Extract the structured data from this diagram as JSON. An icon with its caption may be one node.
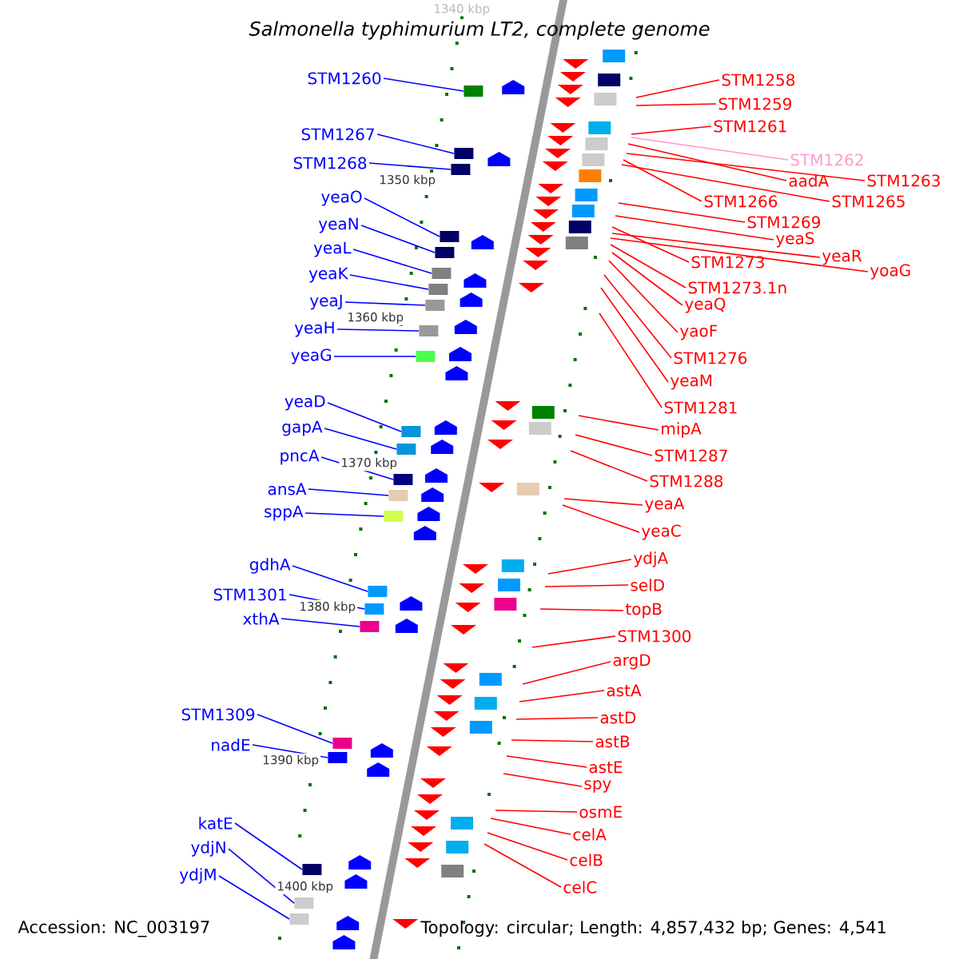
{
  "diagram": {
    "title": "Salmonella typhimurium LT2, complete genome",
    "nodes": [
      {
        "text": [
          "STM1260"
        ]
      },
      {
        "text": [
          "STM1267"
        ]
      },
      {
        "text": [
          "STM1268"
        ]
      },
      {
        "text": [
          "yeaO"
        ]
      },
      {
        "text": [
          "yeaN"
        ]
      },
      {
        "text": [
          "yeaL"
        ]
      },
      {
        "text": [
          "yeaK"
        ]
      },
      {
        "text": [
          "yeaJ"
        ]
      },
      {
        "text": [
          "yeaH"
        ]
      },
      {
        "text": [
          "yeaG"
        ]
      },
      {
        "text": [
          "yeaD"
        ]
      },
      {
        "text": [
          "gapA"
        ]
      },
      {
        "text": [
          "pncA"
        ]
      },
      {
        "text": [
          "ansA"
        ]
      },
      {
        "text": [
          "sppA"
        ]
      },
      {
        "text": [
          "gdhA"
        ]
      },
      {
        "text": [
          "STM1301"
        ]
      },
      {
        "text": [
          "xthA"
        ]
      },
      {
        "text": [
          "STM1309"
        ]
      },
      {
        "text": [
          "nadE"
        ]
      },
      {
        "text": [
          "katE"
        ]
      },
      {
        "text": [
          "ydjN"
        ]
      },
      {
        "text": [
          "ydjM"
        ]
      },
      {
        "text": [
          "STM1258"
        ]
      },
      {
        "text": [
          "STM1259"
        ]
      },
      {
        "text": [
          "STM1261"
        ]
      },
      {
        "text": [
          "STM1262"
        ]
      },
      {
        "text": [
          "aadA"
        ]
      },
      {
        "text": [
          "STM1263"
        ]
      },
      {
        "text": [
          "STM1266"
        ]
      },
      {
        "text": [
          "STM1265"
        ]
      },
      {
        "text": [
          "STM1269"
        ]
      },
      {
        "text": [
          "yeaS"
        ]
      },
      {
        "text": [
          "STM1273"
        ]
      },
      {
        "text": [
          "yeaR"
        ]
      },
      {
        "text": [
          "yoaG"
        ]
      },
      {
        "text": [
          "STM1273.1n"
        ]
      },
      {
        "text": [
          "yeaQ"
        ]
      },
      {
        "text": [
          "yaoF"
        ]
      },
      {
        "text": [
          "STM1276"
        ]
      },
      {
        "text": [
          "yeaM"
        ]
      },
      {
        "text": [
          "STM1281"
        ]
      },
      {
        "text": [
          "mipA"
        ]
      },
      {
        "text": [
          "STM1287"
        ]
      },
      {
        "text": [
          "STM1288"
        ]
      },
      {
        "text": [
          "yeaA"
        ]
      },
      {
        "text": [
          "yeaC"
        ]
      },
      {
        "text": [
          "ydjA"
        ]
      },
      {
        "text": [
          "selD"
        ]
      },
      {
        "text": [
          "topB"
        ]
      },
      {
        "text": [
          "STM1300"
        ]
      },
      {
        "text": [
          "argD"
        ]
      },
      {
        "text": [
          "astA"
        ]
      },
      {
        "text": [
          "astD"
        ]
      },
      {
        "text": [
          "astB"
        ]
      },
      {
        "text": [
          "astE"
        ]
      },
      {
        "text": [
          "spy"
        ]
      },
      {
        "text": [
          "osmE"
        ]
      },
      {
        "text": [
          "celA"
        ]
      },
      {
        "text": [
          "celB"
        ]
      },
      {
        "text": [
          "celC"
        ]
      },
      {
        "text": [],
        "shape": "box"
      },
      {
        "text": [],
        "shape": "box"
      },
      {
        "text": [],
        "shape": "box"
      },
      {
        "text": [],
        "shape": "box"
      },
      {
        "text": [],
        "shape": "box"
      },
      {
        "text": [],
        "shape": "box"
      },
      {
        "text": [],
        "shape": "box"
      },
      {
        "text": [],
        "shape": "box"
      },
      {
        "text": [],
        "shape": "box"
      },
      {
        "text": [],
        "shape": "box"
      },
      {
        "text": [],
        "shape": "box"
      },
      {
        "text": [],
        "shape": "box"
      },
      {
        "text": [],
        "shape": "box"
      },
      {
        "text": [],
        "shape": "box"
      },
      {
        "text": [],
        "shape": "box"
      },
      {
        "text": [],
        "shape": "box"
      },
      {
        "text": [],
        "shape": "box"
      },
      {
        "text": [],
        "shape": "box"
      },
      {
        "text": [],
        "shape": "box"
      },
      {
        "text": [],
        "shape": "box"
      },
      {
        "text": [],
        "shape": "box"
      },
      {
        "text": [],
        "shape": "box"
      },
      {
        "text": [],
        "shape": "box"
      }
    ],
    "edges": [
      {
        "from": 0,
        "to": 61,
        "arrow": "none",
        "color": "#0000ff"
      },
      {
        "from": 1,
        "to": 62,
        "arrow": "none",
        "color": "#0000ff"
      },
      {
        "from": 2,
        "to": 63,
        "arrow": "none",
        "color": "#0000ff"
      },
      {
        "from": 3,
        "to": 64,
        "arrow": "none",
        "color": "#0000ff"
      },
      {
        "from": 4,
        "to": 65,
        "arrow": "none",
        "color": "#0000ff"
      },
      {
        "from": 5,
        "to": 66,
        "arrow": "none",
        "color": "#0000ff"
      },
      {
        "from": 6,
        "to": 67,
        "arrow": "none",
        "color": "#0000ff"
      },
      {
        "from": 7,
        "to": 68,
        "arrow": "none",
        "color": "#0000ff"
      },
      {
        "from": 8,
        "to": 69,
        "arrow": "none",
        "color": "#0000ff"
      },
      {
        "from": 9,
        "to": 70,
        "arrow": "none",
        "color": "#0000ff"
      },
      {
        "from": 10,
        "to": 71,
        "arrow": "none",
        "color": "#0000ff"
      },
      {
        "from": 11,
        "to": 72,
        "arrow": "none",
        "color": "#0000ff"
      },
      {
        "from": 12,
        "to": 73,
        "arrow": "none",
        "color": "#0000ff"
      },
      {
        "from": 13,
        "to": 74,
        "arrow": "none",
        "color": "#0000ff"
      },
      {
        "from": 14,
        "to": 75,
        "arrow": "none",
        "color": "#0000ff"
      },
      {
        "from": 15,
        "to": 76,
        "arrow": "none",
        "color": "#0000ff"
      },
      {
        "from": 16,
        "to": 77,
        "arrow": "none",
        "color": "#0000ff"
      },
      {
        "from": 17,
        "to": 78,
        "arrow": "none",
        "color": "#0000ff"
      },
      {
        "from": 18,
        "to": 79,
        "arrow": "none",
        "color": "#0000ff"
      },
      {
        "from": 19,
        "to": 80,
        "arrow": "none",
        "color": "#0000ff"
      },
      {
        "from": 20,
        "to": 81,
        "arrow": "none",
        "color": "#0000ff"
      },
      {
        "from": 21,
        "to": 82,
        "arrow": "none",
        "color": "#0000ff"
      },
      {
        "from": 22,
        "to": 83,
        "arrow": "none",
        "color": "#0000ff"
      },
      {
        "from": 23,
        "to": null,
        "arrow": "none"
      },
      {
        "from": 24,
        "to": null,
        "arrow": "none"
      },
      {
        "from": 25,
        "to": null,
        "arrow": "none"
      },
      {
        "from": 26,
        "to": null,
        "arrow": "none",
        "color": "#ff99cc"
      },
      {
        "from": 27,
        "to": null,
        "arrow": "none"
      },
      {
        "from": 28,
        "to": null,
        "arrow": "none"
      },
      {
        "from": 29,
        "to": null,
        "arrow": "none"
      },
      {
        "from": 30,
        "to": null,
        "arrow": "none"
      },
      {
        "from": 31,
        "to": null,
        "arrow": "none"
      },
      {
        "from": 32,
        "to": null,
        "arrow": "none"
      },
      {
        "from": 33,
        "to": null,
        "arrow": "none"
      },
      {
        "from": 34,
        "to": null,
        "arrow": "none"
      },
      {
        "from": 35,
        "to": null,
        "arrow": "none"
      },
      {
        "from": 36,
        "to": null,
        "arrow": "none"
      },
      {
        "from": 37,
        "to": null,
        "arrow": "none"
      },
      {
        "from": 38,
        "to": null,
        "arrow": "none"
      },
      {
        "from": 39,
        "to": null,
        "arrow": "none"
      },
      {
        "from": 40,
        "to": null,
        "arrow": "none"
      },
      {
        "from": 41,
        "to": null,
        "arrow": "none"
      },
      {
        "from": 42,
        "to": null,
        "arrow": "none"
      },
      {
        "from": 43,
        "to": null,
        "arrow": "none"
      },
      {
        "from": 44,
        "to": null,
        "arrow": "none"
      },
      {
        "from": 45,
        "to": null,
        "arrow": "none"
      },
      {
        "from": 46,
        "to": null,
        "arrow": "none"
      },
      {
        "from": 47,
        "to": null,
        "arrow": "none"
      },
      {
        "from": 48,
        "to": null,
        "arrow": "none"
      },
      {
        "from": 49,
        "to": null,
        "arrow": "none"
      },
      {
        "from": 50,
        "to": null,
        "arrow": "none"
      },
      {
        "from": 51,
        "to": null,
        "arrow": "none"
      },
      {
        "from": 52,
        "to": null,
        "arrow": "none"
      },
      {
        "from": 53,
        "to": null,
        "arrow": "none"
      },
      {
        "from": 54,
        "to": null,
        "arrow": "none"
      },
      {
        "from": 55,
        "to": null,
        "arrow": "none"
      },
      {
        "from": 56,
        "to": null,
        "arrow": "none"
      },
      {
        "from": 57,
        "to": null,
        "arrow": "none"
      },
      {
        "from": 58,
        "to": null,
        "arrow": "none"
      },
      {
        "from": 59,
        "to": null,
        "arrow": "none"
      },
      {
        "from": 60,
        "to": null,
        "arrow": "none"
      }
    ],
    "labels": [
      "1340 kbp",
      "1350 kbp",
      "1360 kbp",
      "1370 kbp",
      "1380 kbp",
      "1390 kbp",
      "1400 kbp",
      "Accession: NC_003197",
      "Topology: circular; Length: 4,857,432 bp; Genes: 4,541"
    ]
  }
}
